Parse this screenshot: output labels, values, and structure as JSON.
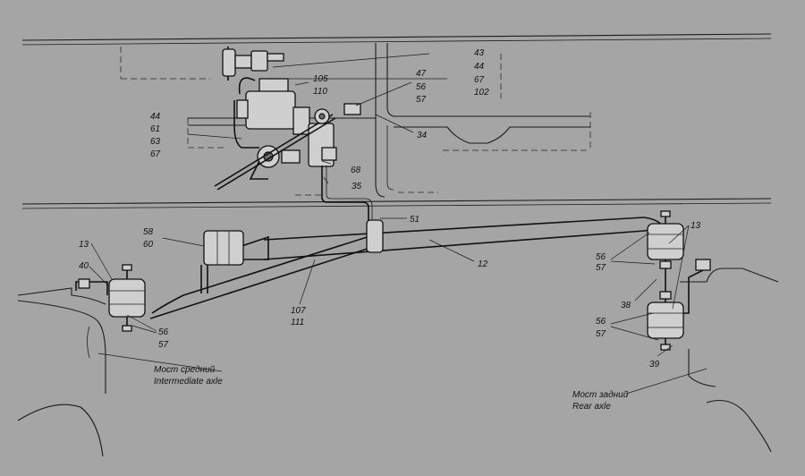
{
  "labels": {
    "l43": "43",
    "l44a": "44",
    "l67a": "67",
    "l102": "102",
    "l47": "47",
    "l56a": "56",
    "l57a": "57",
    "l105": "105",
    "l110": "110",
    "l44b": "44",
    "l61": "61",
    "l63": "63",
    "l67b": "67",
    "l34": "34",
    "l68": "68",
    "l35": "35",
    "l51": "51",
    "l58": "58",
    "l60": "60",
    "l12": "12",
    "l13a": "13",
    "l40": "40",
    "l56b": "56",
    "l57b": "57",
    "l107": "107",
    "l111": "111",
    "l13b": "13",
    "l56c": "56",
    "l57c": "57",
    "l38": "38",
    "l56d": "56",
    "l57d": "57",
    "l39": "39"
  },
  "captions": {
    "intermediate_ru": "Мост средний",
    "intermediate_en": "Intermediate axle",
    "rear_ru": "Мост задний",
    "rear_en": "Rear axle"
  }
}
